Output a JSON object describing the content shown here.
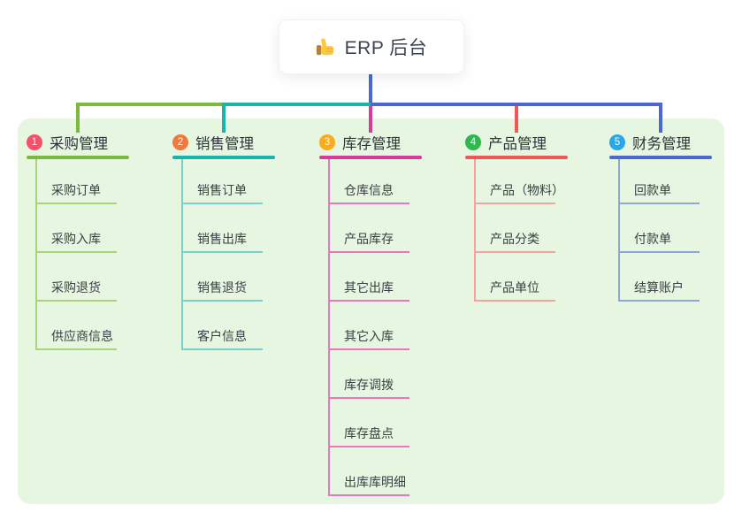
{
  "root": {
    "label": "ERP 后台",
    "icon": "thumbs-up-icon",
    "connector_color": "#4a67d3"
  },
  "panel": {
    "background": "#e7f6e1"
  },
  "branches": [
    {
      "num": "1",
      "label": "采购管理",
      "badge_color": "#f4506a",
      "line_color": "#7cb93f",
      "child_line_color": "#a9d478",
      "children": [
        "采购订单",
        "采购入库",
        "采购退货",
        "供应商信息"
      ]
    },
    {
      "num": "2",
      "label": "销售管理",
      "badge_color": "#f2793e",
      "line_color": "#18b4ad",
      "child_line_color": "#74d3cc",
      "children": [
        "销售订单",
        "销售出库",
        "销售退货",
        "客户信息"
      ]
    },
    {
      "num": "3",
      "label": "库存管理",
      "badge_color": "#fbab1c",
      "line_color": "#d93a9d",
      "child_line_color": "#ee74bb",
      "children": [
        "仓库信息",
        "产品库存",
        "其它出库",
        "其它入库",
        "库存调拨",
        "库存盘点",
        "出库库明细"
      ]
    },
    {
      "num": "4",
      "label": "产品管理",
      "badge_color": "#2db84e",
      "line_color": "#f25757",
      "child_line_color": "#f7a39d",
      "children": [
        "产品（物料）",
        "产品分类",
        "产品单位"
      ]
    },
    {
      "num": "5",
      "label": "财务管理",
      "badge_color": "#2ba7e8",
      "line_color": "#4a67d3",
      "child_line_color": "#8ea6e0",
      "children": [
        "回款单",
        "付款单",
        "结算账户"
      ]
    }
  ]
}
